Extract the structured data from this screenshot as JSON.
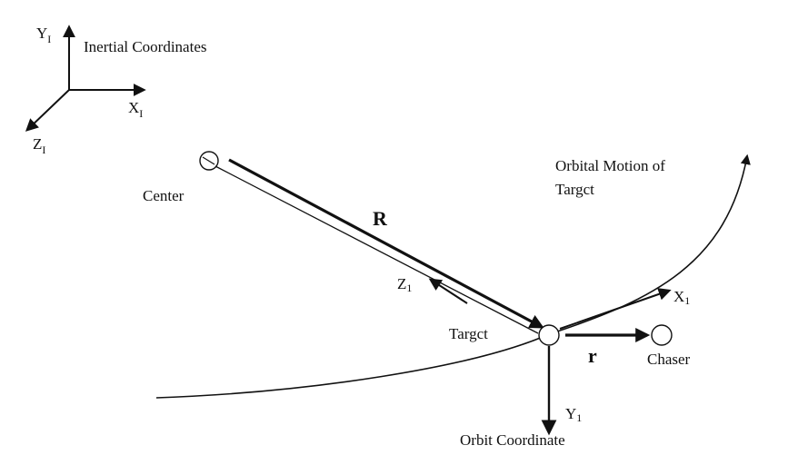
{
  "inertial_frame": {
    "title": "Inertial Coordinates",
    "y_axis": {
      "main": "Y",
      "sub": "I"
    },
    "x_axis": {
      "main": "X",
      "sub": "I"
    },
    "z_axis": {
      "main": "Z",
      "sub": "I"
    }
  },
  "center": {
    "label": "Center"
  },
  "position_vector": {
    "label": "R"
  },
  "orbital_motion": {
    "line1": "Orbital Motion of",
    "line2": "Targct"
  },
  "target": {
    "label": "Targct"
  },
  "chaser": {
    "label": "Chaser"
  },
  "relative_vector": {
    "label": "r"
  },
  "orbit_frame": {
    "title": "Orbit Coordinate",
    "x_axis": {
      "main": "X",
      "sub": "1"
    },
    "y_axis": {
      "main": "Y",
      "sub": "1"
    },
    "z_axis": {
      "main": "Z",
      "sub": "1"
    }
  },
  "colors": {
    "ink": "#111111",
    "background": "#ffffff"
  }
}
